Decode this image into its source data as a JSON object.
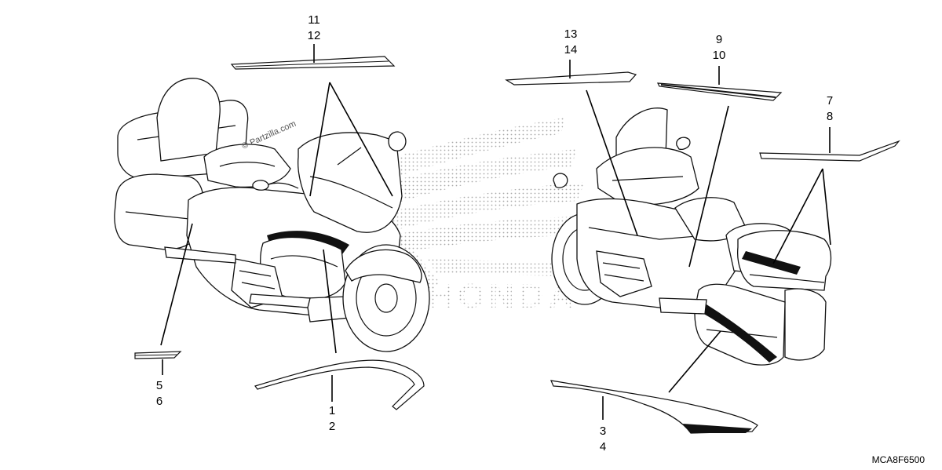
{
  "callouts": {
    "c1": "1",
    "c2": "2",
    "c3": "3",
    "c4": "4",
    "c5": "5",
    "c6": "6",
    "c7": "7",
    "c8": "8",
    "c9": "9",
    "c10": "10",
    "c11": "11",
    "c12": "12",
    "c13": "13",
    "c14": "14"
  },
  "watermark": "© Partzilla.com",
  "diagram_code": "MCA8F6500",
  "background_logo_text": "HONDA",
  "icons": {
    "left_bike": "motorcycle-left-view-icon",
    "right_bike": "motorcycle-right-view-icon",
    "wing": "honda-wing-logo-icon"
  }
}
